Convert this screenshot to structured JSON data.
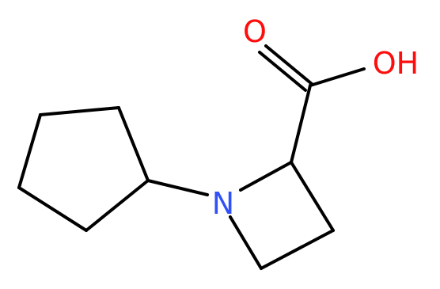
{
  "molecule": {
    "atoms": {
      "oxygen_carbonyl": {
        "symbol": "O",
        "color": "#ff0d0d"
      },
      "hydroxyl": {
        "symbol": "OH",
        "color": "#ff0d0d"
      },
      "nitrogen": {
        "symbol": "N",
        "color": "#3050f8"
      }
    },
    "bond_color": "#000000"
  }
}
